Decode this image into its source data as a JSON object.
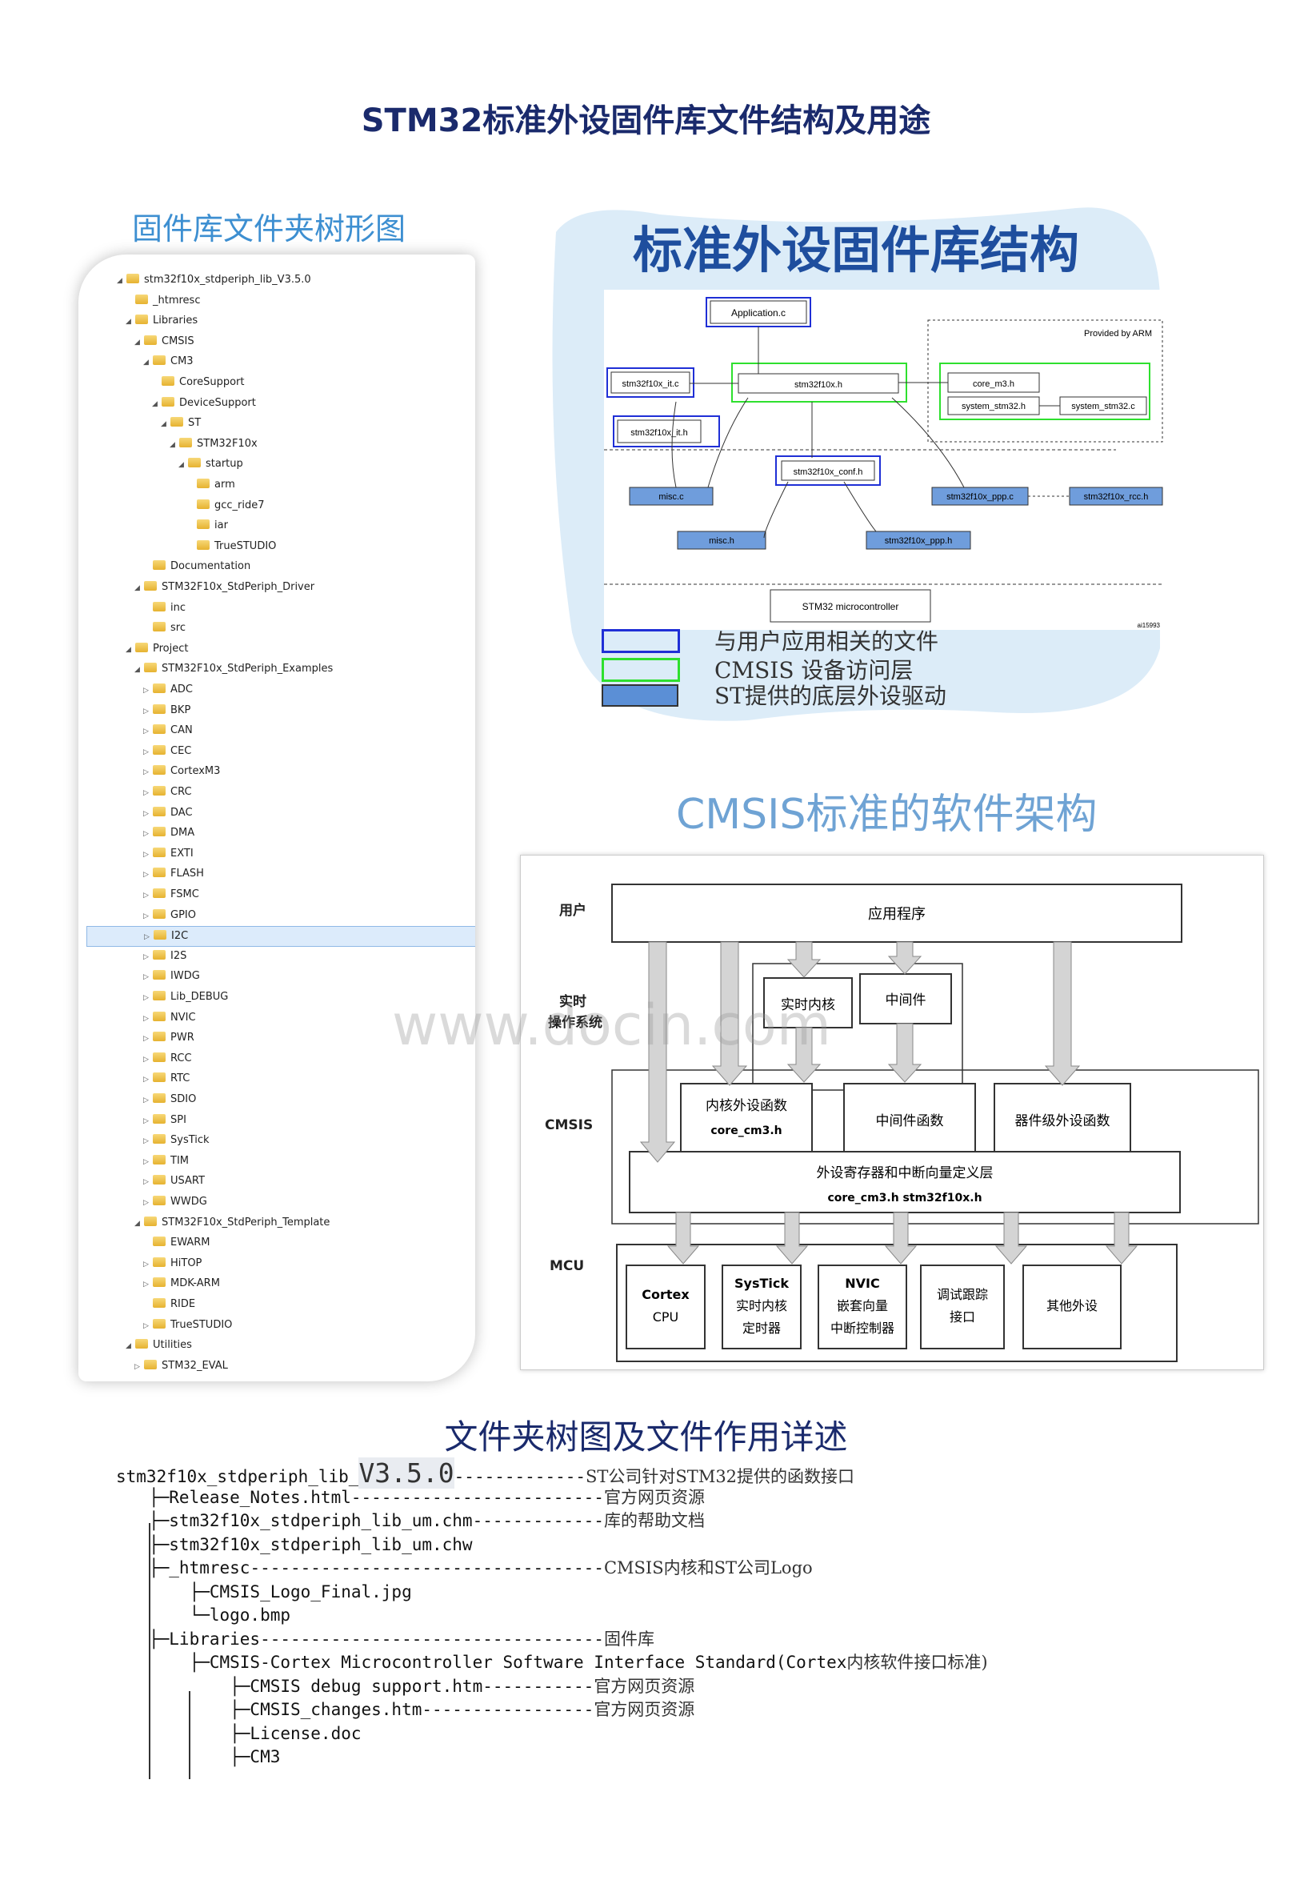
{
  "title": "STM32标准外设固件库文件结构及用途",
  "tree_heading": "固件库文件夹树形图",
  "tree": [
    {
      "label": "stm32f10x_stdperiph_lib_V3.5.0",
      "level": 0,
      "expander": "◢"
    },
    {
      "label": "_htmresc",
      "level": 1,
      "expander": ""
    },
    {
      "label": "Libraries",
      "level": 1,
      "expander": "◢"
    },
    {
      "label": "CMSIS",
      "level": 2,
      "expander": "◢"
    },
    {
      "label": "CM3",
      "level": 3,
      "expander": "◢"
    },
    {
      "label": "CoreSupport",
      "level": 4,
      "expander": ""
    },
    {
      "label": "DeviceSupport",
      "level": 4,
      "expander": "◢"
    },
    {
      "label": "ST",
      "level": 5,
      "expander": "◢"
    },
    {
      "label": "STM32F10x",
      "level": 6,
      "expander": "◢"
    },
    {
      "label": "startup",
      "level": 7,
      "expander": "◢"
    },
    {
      "label": "arm",
      "level": 8,
      "expander": ""
    },
    {
      "label": "gcc_ride7",
      "level": 8,
      "expander": ""
    },
    {
      "label": "iar",
      "level": 8,
      "expander": ""
    },
    {
      "label": "TrueSTUDIO",
      "level": 8,
      "expander": ""
    },
    {
      "label": "Documentation",
      "level": 3,
      "expander": ""
    },
    {
      "label": "STM32F10x_StdPeriph_Driver",
      "level": 2,
      "expander": "◢"
    },
    {
      "label": "inc",
      "level": 3,
      "expander": ""
    },
    {
      "label": "src",
      "level": 3,
      "expander": ""
    },
    {
      "label": "Project",
      "level": 1,
      "expander": "◢"
    },
    {
      "label": "STM32F10x_StdPeriph_Examples",
      "level": 2,
      "expander": "◢"
    },
    {
      "label": "ADC",
      "level": 3,
      "expander": "▷"
    },
    {
      "label": "BKP",
      "level": 3,
      "expander": "▷"
    },
    {
      "label": "CAN",
      "level": 3,
      "expander": "▷"
    },
    {
      "label": "CEC",
      "level": 3,
      "expander": "▷"
    },
    {
      "label": "CortexM3",
      "level": 3,
      "expander": "▷"
    },
    {
      "label": "CRC",
      "level": 3,
      "expander": "▷"
    },
    {
      "label": "DAC",
      "level": 3,
      "expander": "▷"
    },
    {
      "label": "DMA",
      "level": 3,
      "expander": "▷"
    },
    {
      "label": "EXTI",
      "level": 3,
      "expander": "▷"
    },
    {
      "label": "FLASH",
      "level": 3,
      "expander": "▷"
    },
    {
      "label": "FSMC",
      "level": 3,
      "expander": "▷"
    },
    {
      "label": "GPIO",
      "level": 3,
      "expander": "▷"
    },
    {
      "label": "I2C",
      "level": 3,
      "expander": "▷",
      "selected": true
    },
    {
      "label": "I2S",
      "level": 3,
      "expander": "▷"
    },
    {
      "label": "IWDG",
      "level": 3,
      "expander": "▷"
    },
    {
      "label": "Lib_DEBUG",
      "level": 3,
      "expander": "▷"
    },
    {
      "label": "NVIC",
      "level": 3,
      "expander": "▷"
    },
    {
      "label": "PWR",
      "level": 3,
      "expander": "▷"
    },
    {
      "label": "RCC",
      "level": 3,
      "expander": "▷"
    },
    {
      "label": "RTC",
      "level": 3,
      "expander": "▷"
    },
    {
      "label": "SDIO",
      "level": 3,
      "expander": "▷"
    },
    {
      "label": "SPI",
      "level": 3,
      "expander": "▷"
    },
    {
      "label": "SysTick",
      "level": 3,
      "expander": "▷"
    },
    {
      "label": "TIM",
      "level": 3,
      "expander": "▷"
    },
    {
      "label": "USART",
      "level": 3,
      "expander": "▷"
    },
    {
      "label": "WWDG",
      "level": 3,
      "expander": "▷"
    },
    {
      "label": "STM32F10x_StdPeriph_Template",
      "level": 2,
      "expander": "◢"
    },
    {
      "label": "EWARM",
      "level": 3,
      "expander": ""
    },
    {
      "label": "HiTOP",
      "level": 3,
      "expander": "▷"
    },
    {
      "label": "MDK-ARM",
      "level": 3,
      "expander": "▷"
    },
    {
      "label": "RIDE",
      "level": 3,
      "expander": ""
    },
    {
      "label": "TrueSTUDIO",
      "level": 3,
      "expander": "▷"
    },
    {
      "label": "Utilities",
      "level": 1,
      "expander": "◢"
    },
    {
      "label": "STM32_EVAL",
      "level": 2,
      "expander": "▷"
    }
  ],
  "struct": {
    "heading": "标准外设固件库结构",
    "boxes": {
      "application": "Application.c",
      "it_c": "stm32f10x_it.c",
      "it_h": "stm32f10x_it.h",
      "main_h": "stm32f10x.h",
      "conf_h": "stm32f10x_conf.h",
      "core_m3": "core_m3.h",
      "system_h": "system_stm32.h",
      "system_c": "system_stm32.c",
      "misc_c": "misc.c",
      "misc_h": "misc.h",
      "ppp_c": "stm32f10x_ppp.c",
      "ppp_h": "stm32f10x_ppp.h",
      "rcc_h": "stm32f10x_rcc.h",
      "mcu": "STM32 microcontroller",
      "provided": "Provided by ARM",
      "code": "ai15993"
    },
    "legend": [
      {
        "text": "与用户应用相关的文件",
        "color": "#1f2fd6",
        "kind": "outline"
      },
      {
        "text": "CMSIS 设备访问层",
        "color": "#2ee02e",
        "kind": "outline"
      },
      {
        "text": "ST提供的底层外设驱动",
        "color": "#5b8fd6",
        "kind": "fill"
      }
    ]
  },
  "cmsis": {
    "heading": "CMSIS标准的软件架构",
    "rows": {
      "user": "用户",
      "rtos1": "实时",
      "rtos2": "操作系统",
      "cmsis": "CMSIS",
      "mcu": "MCU"
    },
    "app": "应用程序",
    "rtk": "实时内核",
    "mid": "中间件",
    "core_fn": "内核外设函数",
    "core_file": "core_cm3.h",
    "mid_fn": "中间件函数",
    "dev_fn": "器件级外设函数",
    "reg_layer": "外设寄存器和中断向量定义层",
    "reg_files": "core_cm3.h stm32f10x.h",
    "mcu_blocks": [
      [
        "Cortex",
        "CPU"
      ],
      [
        "SysTick",
        "实时内核",
        "定时器"
      ],
      [
        "NVIC",
        "嵌套向量",
        "中断控制器"
      ],
      [
        "调试跟踪",
        "接口"
      ],
      [
        "其他外设"
      ]
    ]
  },
  "watermark": "www.docin.com",
  "detail_heading": "文件夹树图及文件作用详述",
  "detail": [
    {
      "prefix": "stm32f10x_stdperiph_lib_",
      "big": "V3.5.0",
      "dash": "-------------",
      "note": "ST公司针对STM32提供的函数接口",
      "indent": 0
    },
    {
      "prefix": "├─Release_Notes.html",
      "big": "",
      "dash": "-------------------------",
      "note": "官方网页资源",
      "indent": 1
    },
    {
      "prefix": "├─stm32f10x_stdperiph_lib_um.chm",
      "big": "",
      "dash": "-------------",
      "note": "库的帮助文档",
      "indent": 1
    },
    {
      "prefix": "├─stm32f10x_stdperiph_lib_um.chw",
      "big": "",
      "dash": "",
      "note": "",
      "indent": 1
    },
    {
      "prefix": "├─_htmresc",
      "big": "",
      "dash": "-----------------------------------",
      "note": "CMSIS内核和ST公司Logo",
      "indent": 1
    },
    {
      "prefix": "    ├─CMSIS_Logo_Final.jpg",
      "big": "",
      "dash": "",
      "note": "",
      "indent": 1
    },
    {
      "prefix": "    └─logo.bmp",
      "big": "",
      "dash": "",
      "note": "",
      "indent": 1
    },
    {
      "prefix": "├─Libraries",
      "big": "",
      "dash": "----------------------------------",
      "note": "固件库",
      "indent": 1
    },
    {
      "prefix": "    ├─CMSIS-Cortex Microcontroller Software Interface Standard(Cortex",
      "big": "",
      "dash": "",
      "note": "内核软件接口标准)",
      "indent": 1
    },
    {
      "prefix": "        ├─CMSIS debug support.htm",
      "big": "",
      "dash": "-----------",
      "note": "官方网页资源",
      "indent": 1
    },
    {
      "prefix": "        ├─CMSIS_changes.htm",
      "big": "",
      "dash": "-----------------",
      "note": "官方网页资源",
      "indent": 1
    },
    {
      "prefix": "        ├─License.doc",
      "big": "",
      "dash": "",
      "note": "",
      "indent": 1
    },
    {
      "prefix": "        ├─CM3",
      "big": "",
      "dash": "",
      "note": "",
      "indent": 1
    }
  ]
}
